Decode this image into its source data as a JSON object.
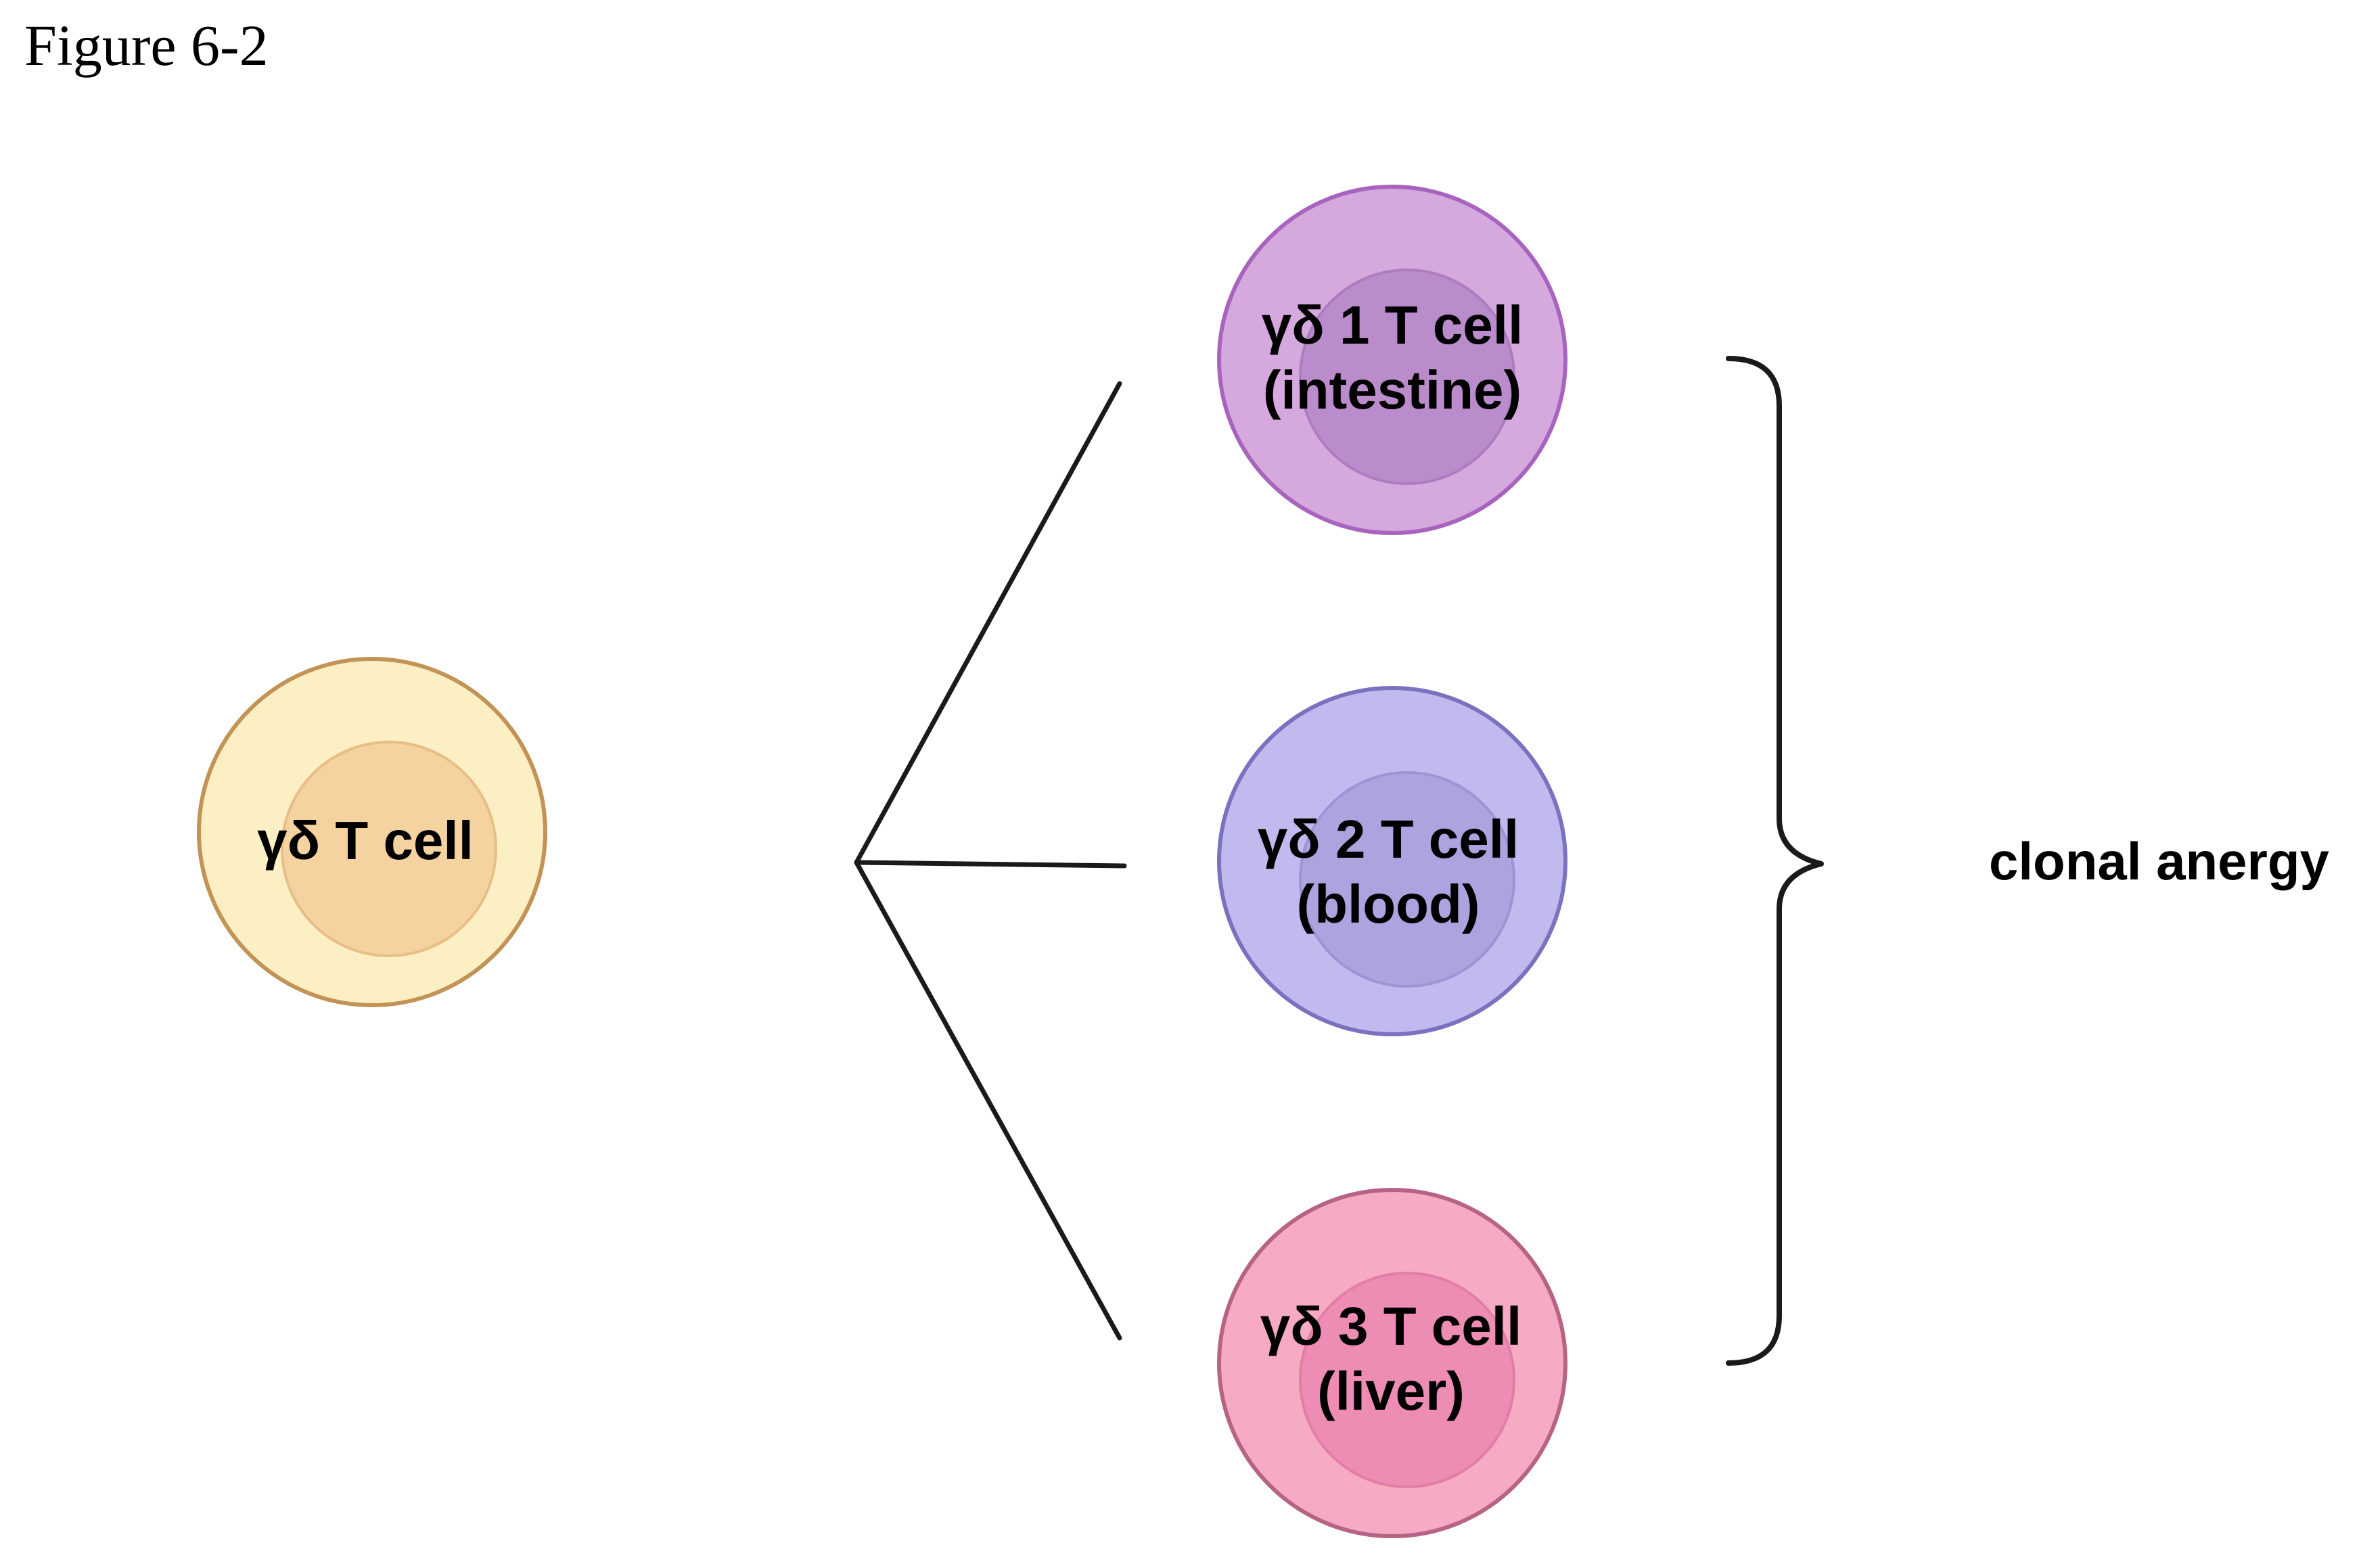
{
  "figure": {
    "title": "Figure 6-2"
  },
  "cells": {
    "progenitor": {
      "label": "γδ T cell",
      "outer_fill": "#FBEFC3",
      "outer_stroke": "#C39355",
      "inner_fill": "#F5D3A0",
      "inner_stroke": "#E8BD86"
    },
    "intestine": {
      "line1": "γδ 1 T cell",
      "line2": "(intestine)",
      "outer_fill": "#D5A8DE",
      "outer_stroke": "#A863BE",
      "inner_fill": "#BB8CCB",
      "inner_stroke": "#AD7CC0"
    },
    "blood": {
      "line1": "γδ 2 T cell",
      "line2": "(blood)",
      "outer_fill": "#C1BAEE",
      "outer_stroke": "#7A72BF",
      "inner_fill": "#ABA4DF",
      "inner_stroke": "#9C94D4"
    },
    "liver": {
      "line1": "γδ 3 T cell",
      "line2": "(liver)",
      "outer_fill": "#F7AAC3",
      "outer_stroke": "#B76386",
      "inner_fill": "#EE8DB3",
      "inner_stroke": "#E27EA6"
    }
  },
  "outcome": {
    "label": "clonal anergy"
  },
  "colors": {
    "line": "#1a1a1a"
  }
}
